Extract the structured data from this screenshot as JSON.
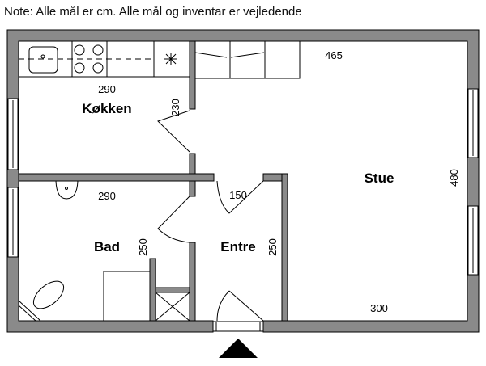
{
  "note": "Note: Alle mål er cm. Alle mål og inventar er vejledende",
  "rooms": {
    "kitchen": "Køkken",
    "bath": "Bad",
    "entry": "Entre",
    "living": "Stue"
  },
  "dims": {
    "kitchen_width": "290",
    "kitchen_depth": "230",
    "bath_width": "290",
    "bath_depth": "250",
    "entry_width": "150",
    "entry_depth": "250",
    "living_width": "465",
    "living_width_bottom": "300",
    "living_depth": "480"
  }
}
